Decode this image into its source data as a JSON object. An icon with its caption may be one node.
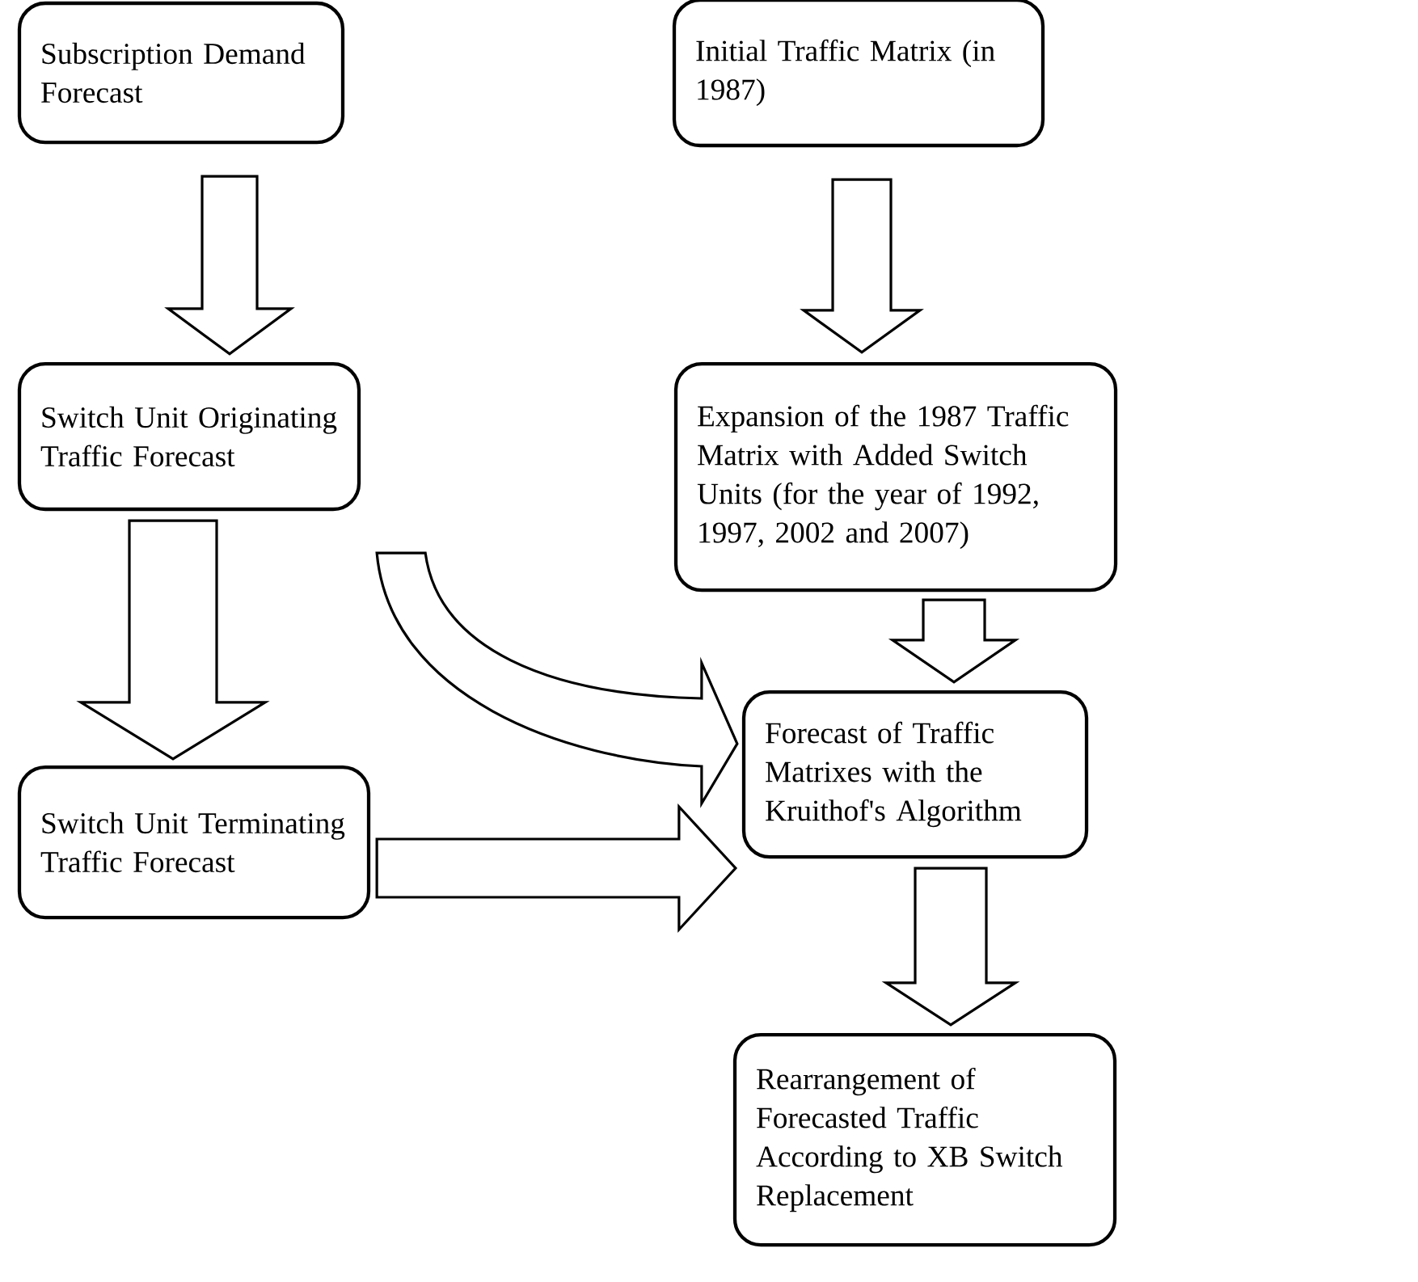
{
  "diagram": {
    "nodes": [
      {
        "text": [
          "Subscription Demand Forecast"
        ]
      },
      {
        "text": [
          "Initial Traffic Matrix (in 1987)"
        ]
      },
      {
        "text": [
          "Switch Unit Originating Traffic Forecast"
        ]
      },
      {
        "text": [
          "Expansion of the 1987 Traffic Matrix with Added Switch Units (for the year of 1992, 1997, 2002 and 2007)"
        ]
      },
      {
        "text": [
          "Switch Unit Terminating Traffic Forecast"
        ]
      },
      {
        "text": [
          "Forecast of Traffic Matrixes with the Kruithof's Algorithm"
        ]
      },
      {
        "text": [
          "Rearrangement of Forecasted Traffic According to XB Switch Replacement"
        ]
      }
    ],
    "edges": [
      {
        "from": 0,
        "to": 2,
        "arrow": "to"
      },
      {
        "from": 1,
        "to": 3,
        "arrow": "to"
      },
      {
        "from": 2,
        "to": 4,
        "arrow": "to"
      },
      {
        "from": 2,
        "to": 5,
        "arrow": "to"
      },
      {
        "from": 3,
        "to": 5,
        "arrow": "to"
      },
      {
        "from": 4,
        "to": 5,
        "arrow": "to"
      },
      {
        "from": 5,
        "to": 6,
        "arrow": "to"
      }
    ]
  }
}
